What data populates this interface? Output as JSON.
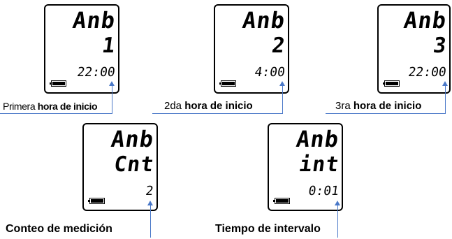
{
  "displays": [
    {
      "line1": "Anb",
      "line2": "1",
      "line3": "22:00"
    },
    {
      "line1": "Anb",
      "line2": "2",
      "line3": "4:00"
    },
    {
      "line1": "Anb",
      "line2": "3",
      "line3": "22:00"
    },
    {
      "line1": "Anb",
      "line2": "Cnt",
      "line3": "2"
    },
    {
      "line1": "Anb",
      "line2": "int",
      "line3": "0:01"
    }
  ],
  "captions": [
    {
      "normal": "Primera ",
      "bold": "hora de inicio"
    },
    {
      "normal": "2da ",
      "bold": "hora de inicio"
    },
    {
      "normal": "3ra ",
      "bold": "hora de inicio"
    },
    {
      "normal": "",
      "bold": "Conteo de medición"
    },
    {
      "normal": "",
      "bold": "Tiempo de intervalo"
    }
  ],
  "colors": {
    "pointer": "#4a78c8"
  }
}
